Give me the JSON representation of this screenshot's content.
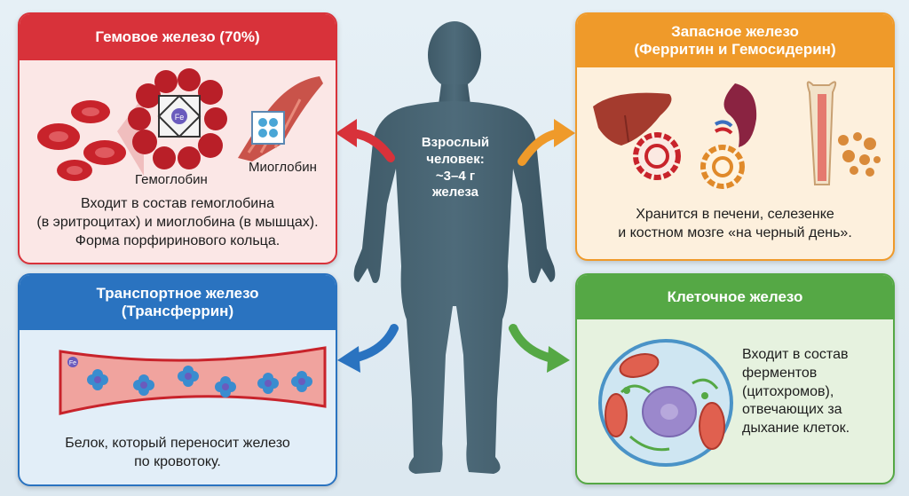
{
  "center": {
    "label": "Взрослый\nчеловек:\n~3–4 г\nжелеза"
  },
  "panels": {
    "heme": {
      "title": "Гемовое железо (70%)",
      "hemoglobin_label": "Гемоглобин",
      "myoglobin_label": "Миоглобин",
      "fe_symbol": "Fe",
      "description": "Входит в состав гемоглобина\n(в эритроцитах) и миоглобина (в мышцах).\nФорма порфиринового кольца.",
      "color": "#d8323a"
    },
    "storage": {
      "title_line1": "Запасное железо",
      "title_line2": "(Ферритин и Гемосидерин)",
      "description": "Хранится в печени, селезенке\nи костном мозге «на черный день».",
      "color": "#ef9a2a"
    },
    "transport": {
      "title_line1": "Транспортное железо",
      "title_line2": "(Трансферрин)",
      "fe_symbol": "Fe",
      "description": "Белок, который переносит железо\nпо кровотоку.",
      "color": "#2a73c0"
    },
    "cellular": {
      "title": "Клеточное железо",
      "description": "Входит в состав\nферментов\n(цитохромов),\nотвечающих за\nдыхание клеток.",
      "color": "#55a845"
    }
  }
}
